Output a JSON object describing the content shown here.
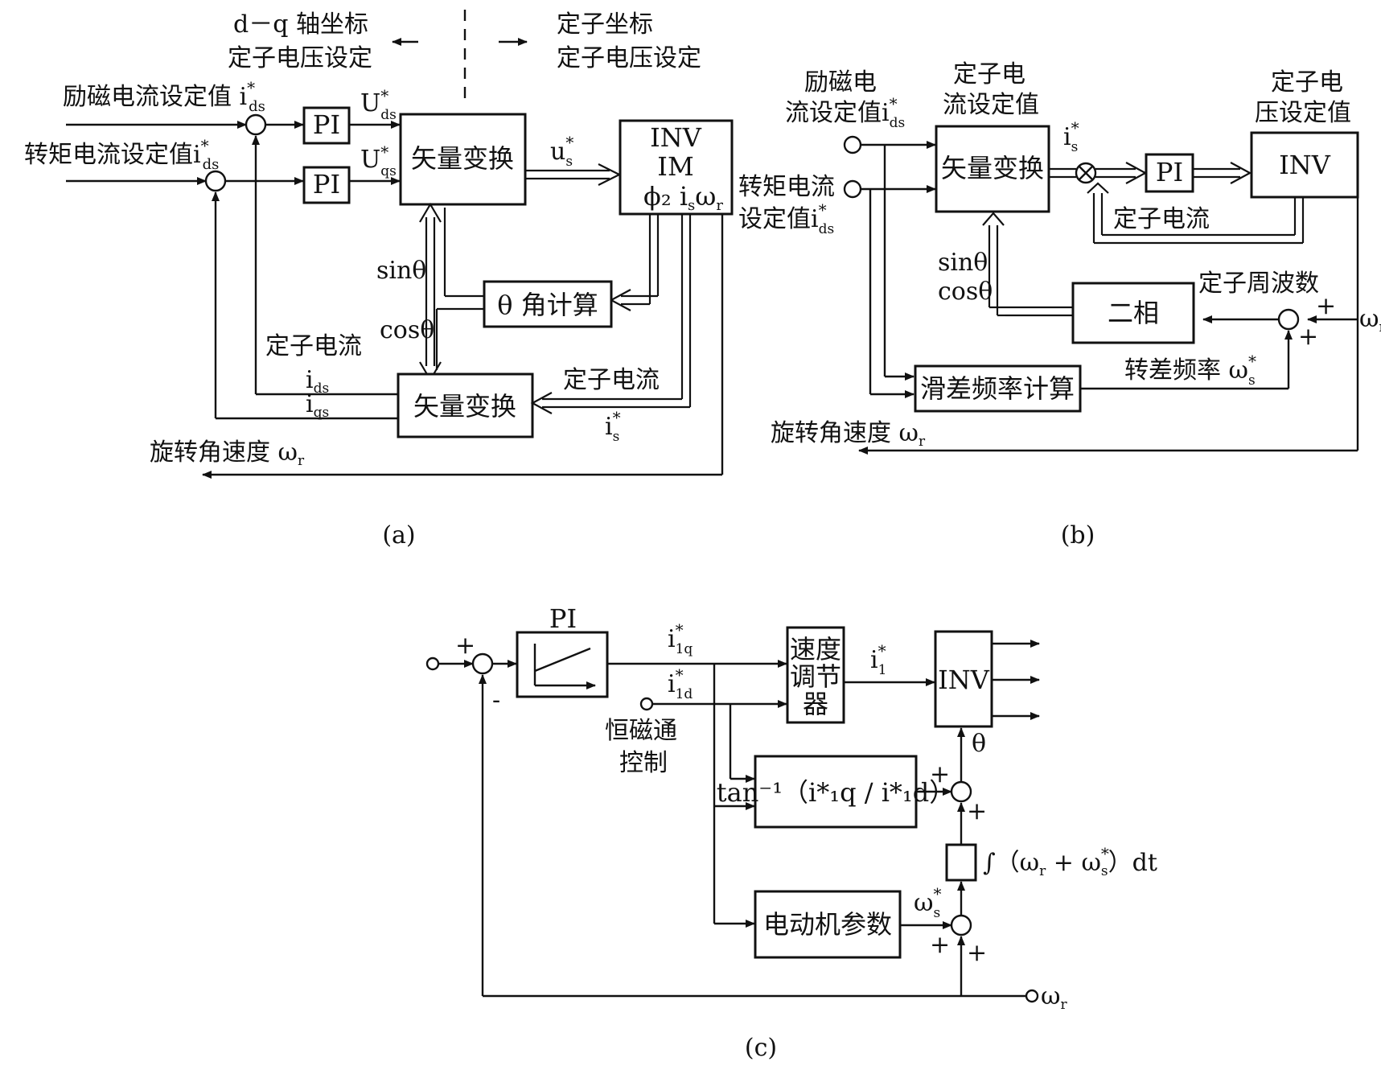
{
  "a": {
    "caption": "(a)",
    "top_left_l1": "d－q 轴坐标",
    "top_left_l2": "定子电压设定",
    "top_right_l1": "定子坐标",
    "top_right_l2": "定子电压设定",
    "in_excitation": "励磁电流设定值 i",
    "in_excitation_sup": "*",
    "in_excitation_sub": "ds",
    "in_torque": "转矩电流设定值i",
    "in_torque_sup": "*",
    "in_torque_sub": "ds",
    "pi": "PI",
    "ud": "U",
    "ud_sub": "ds",
    "uq": "U",
    "uq_sub": "qs",
    "star": "*",
    "vt1": "矢量变换",
    "us": "u",
    "us_sub": "s",
    "inv_l1": "INV",
    "inv_l2": "IM",
    "inv_l3": "ϕ₂ i",
    "inv_l3_sub": "s",
    "inv_l3_w": "ω",
    "inv_l3_wsub": "r",
    "sin": "sinθ",
    "cos": "cosθ",
    "theta_calc": "θ 角计算",
    "stator_current_left": "定子电流",
    "ids": "i",
    "ids_sub": "ds",
    "iqs": "i",
    "iqs_sub": "qs",
    "vt2": "矢量变换",
    "stator_current_right": "定子电流",
    "is": "i",
    "is_sub": "s",
    "speed": "旋转角速度 ω",
    "speed_sub": "r"
  },
  "b": {
    "caption": "(b)",
    "in_excitation_l1": "励磁电",
    "in_excitation_l2": "流设定值i",
    "in_excitation_sup": "*",
    "in_excitation_sub": "ds",
    "in_torque_l1": "转矩电流",
    "in_torque_l2": "设定值i",
    "in_torque_sup": "*",
    "in_torque_sub": "ds",
    "cur_set_l1": "定子电",
    "cur_set_l2": "流设定值",
    "volt_set_l1": "定子电",
    "volt_set_l2": "压设定值",
    "vt": "矢量变换",
    "is": "i",
    "is_sup": "*",
    "is_sub": "s",
    "pi": "PI",
    "inv": "INV",
    "stator_current": "定子电流",
    "sin": "sinθ",
    "cos": "cosθ",
    "two_phase": "二相",
    "stator_freq": "定子周波数",
    "plus": "+",
    "wr": "ω",
    "wr_sub": "r",
    "slip_calc": "滑差频率计算",
    "slip_freq": "转差频率 ω",
    "slip_sup": "*",
    "slip_sub": "s",
    "speed": "旋转角速度 ω",
    "speed_sub": "r"
  },
  "c": {
    "caption": "(c)",
    "plus": "+",
    "minus": "-",
    "pi": "PI",
    "i1q": "i",
    "i1q_sup": "*",
    "i1q_sub": "1q",
    "i1d": "i",
    "i1d_sup": "*",
    "i1d_sub": "1d",
    "const_flux_l1": "恒磁通",
    "const_flux_l2": "控制",
    "speed_reg_l1": "速度",
    "speed_reg_l2": "调节",
    "speed_reg_l3": "器",
    "i1": "i",
    "i1_sup": "*",
    "i1_sub": "1",
    "inv": "INV",
    "theta": "θ",
    "atan": "tan⁻¹（i*₁q / i*₁d）",
    "integral": "∫（ω",
    "integral_sub1": "r",
    "integral_mid": " + ω",
    "integral_sup": "*",
    "integral_sub2": "s",
    "integral_end": "）dt",
    "motor_params": "电动机参数",
    "ws": "ω",
    "ws_sup": "*",
    "ws_sub": "s",
    "wr": "ω",
    "wr_sub": "r"
  }
}
